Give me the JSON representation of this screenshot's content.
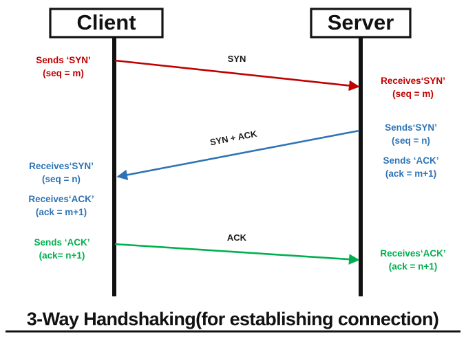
{
  "diagram": {
    "title": "3-Way Handshaking(for establishing connection)",
    "nodes": {
      "client": {
        "label": "Client"
      },
      "server": {
        "label": "Server"
      }
    },
    "messages": [
      {
        "id": "syn",
        "label": "SYN",
        "color": "#c00000",
        "direction": "client-to-server",
        "sender_note": {
          "line1": "Sends ‘SYN’",
          "line2": "(seq = m)"
        },
        "receiver_note": {
          "line1": "Receives‘SYN’",
          "line2": "(seq = m)"
        }
      },
      {
        "id": "syn-ack",
        "label": "SYN + ACK",
        "color": "#2e74b5",
        "direction": "server-to-client",
        "sender_note": {
          "line1": "Sends‘SYN’",
          "line2": "(seq = n)",
          "line3": "Sends ‘ACK’",
          "line4": "(ack = m+1)"
        },
        "receiver_note": {
          "line1": "Receives‘SYN’",
          "line2": "(seq = n)",
          "line3": "Receives‘ACK’",
          "line4": "(ack = m+1)"
        }
      },
      {
        "id": "ack",
        "label": "ACK",
        "color": "#00b050",
        "direction": "client-to-server",
        "sender_note": {
          "line1": "Sends ‘ACK’",
          "line2": "(ack= n+1)"
        },
        "receiver_note": {
          "line1": "Receives‘ACK’",
          "line2": "(ack = n+1)"
        }
      }
    ],
    "colors": {
      "syn": "#c00000",
      "syn_ack": "#2e74b5",
      "ack": "#00b050",
      "line": "#111111",
      "background": "#ffffff"
    }
  }
}
